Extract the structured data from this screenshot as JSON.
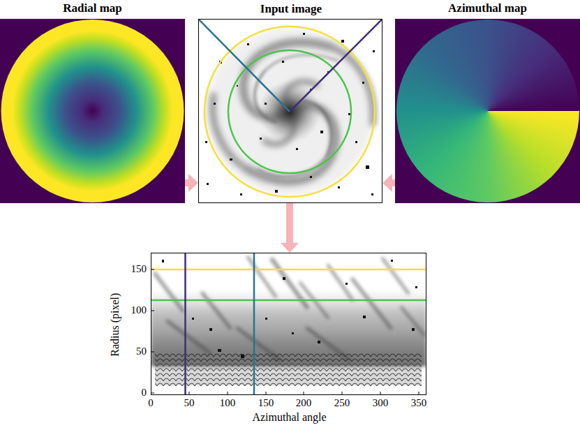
{
  "diagram": {
    "nodes": [
      {
        "text": [
          "Radial map"
        ]
      },
      {
        "text": [
          "Input image"
        ]
      },
      {
        "text": [
          "Azimuthal map"
        ]
      },
      {
        "text": [
          "Radius (pixel)",
          "Azimuthal angle"
        ]
      }
    ],
    "edges": [
      {
        "from": 0,
        "to": 1,
        "arrow": "to"
      },
      {
        "from": 2,
        "to": 1,
        "arrow": "to"
      },
      {
        "from": 1,
        "to": 3,
        "arrow": "to"
      }
    ],
    "labels": [
      "150",
      "100",
      "50",
      "0",
      "0",
      "50",
      "100",
      "150",
      "200",
      "250",
      "300",
      "350"
    ]
  }
}
